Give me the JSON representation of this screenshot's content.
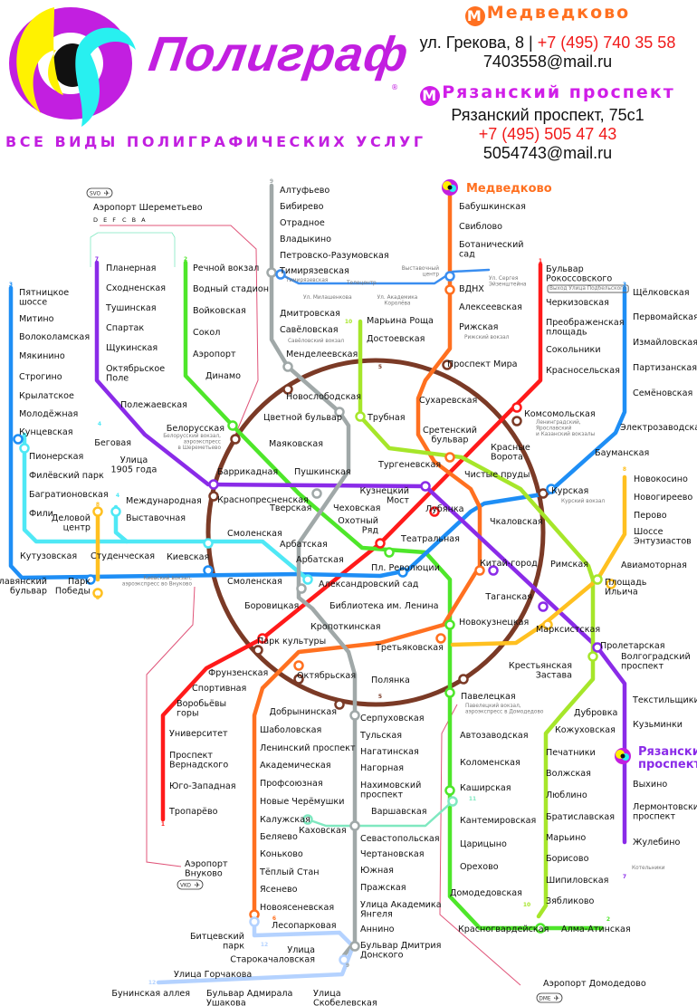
{
  "header": {
    "brand": "Полиграф",
    "registered_mark": "®",
    "slogan": "ВСЕ ВИДЫ ПОЛИГРАФИЧЕСКИХ УСЛУГ",
    "metro_badge": "М",
    "office1": {
      "station": "Медведково",
      "address": "ул. Грекова, 8 |",
      "phone": "+7 (495) 740 35 58",
      "email": "7403558@mail.ru"
    },
    "office2": {
      "station": "Рязанский проспект",
      "address": "Рязанский проспект, 75с1",
      "phone": "+7 (495) 505 47 43",
      "email": "5054743@mail.ru"
    },
    "colors": {
      "brand": "#c21fe0",
      "office1": "#ff7020",
      "office2": "#d01ee8",
      "phone": "#f01a1a"
    }
  },
  "map": {
    "airports": [
      "SVO",
      "VKO",
      "DME"
    ],
    "line_colors": {
      "1": "#ff1a1a",
      "2": "#4ee62a",
      "3": "#1e8ef5",
      "4": "#4fe8f5",
      "5": "#7b3a26",
      "6": "#ff7020",
      "7": "#8a2be8",
      "8": "#ffc020",
      "9": "#a0a8a8",
      "10": "#a6e62a",
      "11": "#7fe8c0",
      "12": "#b4d2ff",
      "14": "#3a8ef0",
      "air": "#e0557a"
    },
    "line_numbers": [
      "9",
      "1",
      "3",
      "7",
      "2",
      "10",
      "4",
      "8",
      "8",
      "8",
      "3",
      "4",
      "5",
      "5",
      "6",
      "12",
      "12",
      "9",
      "11",
      "10",
      "2",
      "1",
      "7"
    ],
    "labels": [
      "Алтуфьево",
      "Бибирево",
      "Отрадное",
      "Владыкино",
      "Петровско-Разумовская",
      "Тимирязевская",
      "Дмитровская",
      "Савёловская",
      "Савёловский вокзал",
      "Менделеевская",
      "Новослободская",
      "Цветной бульвар",
      "Трубная",
      "Маяковская",
      "Пушкинская",
      "Баррикадная",
      "Краснопресненская",
      "Тверская",
      "Чеховская",
      "Кузнецкий\nМост",
      "Лубянка",
      "Тургеневская",
      "Сретенский\nбульвар",
      "Чистые пруды",
      "Красные\nВорота",
      "Охотный\nРяд",
      "Театральная",
      "Пл. Революции",
      "Смоленская",
      "Арбатская",
      "Арбатская",
      "Смоленская",
      "Киевская",
      "Киевский вокзал,\nаэроэкспресс во Внуково",
      "Александровский сад",
      "Боровицкая",
      "Библиотека им. Ленина",
      "Кропоткинская",
      "Парк культуры",
      "Фрунзенская",
      "Спортивная",
      "Воробьёвы\nгоры",
      "Университет",
      "Проспект\nВернадского",
      "Юго-Западная",
      "Тропарёво",
      "Октябрьская",
      "Полянка",
      "Третьяковская",
      "Добрынинская",
      "Серпуховская",
      "Тульская",
      "Нагатинская",
      "Нагорная",
      "Нахимовский\nпроспект",
      "Варшавская",
      "Каховская",
      "Севастопольская",
      "Чертановская",
      "Южная",
      "Пражская",
      "Улица Академика\nЯнгеля",
      "Аннино",
      "Бульвар Дмитрия\nДонского",
      "Улица\nСтарокачаловская",
      "Лесопарковая",
      "Битцевский\nпарк",
      "Улица Горчакова",
      "Бунинская аллея",
      "Бульвар Адмирала\nУшакова",
      "Улица\nСкобелевская",
      "Шаболовская",
      "Ленинский проспект",
      "Академическая",
      "Профсоюзная",
      "Новые Черёмушки",
      "Калужская",
      "Беляево",
      "Коньково",
      "Тёплый Стан",
      "Ясенево",
      "Новоясеневская",
      "Аэропорт\nВнуково",
      "Новокузнецкая",
      "Таганская",
      "Марксистская",
      "Пролетарская",
      "Волгоградский\nпроспект",
      "Крестьянская\nЗастава",
      "Дубровка",
      "Кожуховская",
      "Печатники",
      "Волжская",
      "Люблино",
      "Братиславская",
      "Марьино",
      "Борисово",
      "Шипиловская",
      "Зябликово",
      "Текстильщики",
      "Кузьминки",
      "Рязанский\nпроспект",
      "Выхино",
      "Лермонтовский\nпроспект",
      "Жулебино",
      "Котельники",
      "Павелецкая",
      "Павелецкий вокзал,\nаэроэкспресс в Домодедово",
      "Автозаводская",
      "Коломенская",
      "Каширская",
      "Кантемировская",
      "Царицыно",
      "Орехово",
      "Домодедовская",
      "Красногвардейская",
      "Алма-Атинская",
      "Аэропорт Домодедово",
      "Римская",
      "Площадь\nИльича",
      "Авиамоторная",
      "Новокосино",
      "Новогиреево",
      "Перово",
      "Шоссе\nЭнтузиастов",
      "Курская",
      "Курский вокзал",
      "Чкаловская",
      "Китай-город",
      "Комсомольская",
      "Ленинградский,\nЯрославский\nи Казанский вокзалы",
      "Бауманская",
      "Электрозаводская",
      "Семёновская",
      "Партизанская",
      "Измайловская",
      "Первомайская",
      "Щёлковская",
      "Красносельская",
      "Сокольники",
      "Преображенская\nплощадь",
      "Черкизовская",
      "Бульвар\nРокоссовского",
      "Выход Улица Подбельского",
      "Сухаревская",
      "Проспект Мира",
      "Рижская",
      "Рижский вокзал",
      "Алексеевская",
      "ВДНХ",
      "Ботанический\nсад",
      "Свиблово",
      "Бабушкинская",
      "Медведково",
      "Ул. Сергея\nЭйзенштейна",
      "Выставочный\nцентр",
      "Телецентр",
      "Ул. Милашенкова",
      "Ул. Академика\nКоролёва",
      "Тимирязевская",
      "Марьина Роща",
      "Достоевская",
      "Планерная",
      "Сходненская",
      "Тушинская",
      "Спартак",
      "Щукинская",
      "Октябрьское\nПоле",
      "Полежаевская",
      "Беговая",
      "Улица\n1905 года",
      "Белорусская",
      "Белорусский вокзал,\nаэроэкспресс\nв Шереметьево",
      "Речной вокзал",
      "Водный стадион",
      "Войковская",
      "Сокол",
      "Аэропорт",
      "Динамо",
      "Пятницкое\nшоссе",
      "Митино",
      "Волоколамская",
      "Мякинино",
      "Строгино",
      "Крылатское",
      "Молодёжная",
      "Кунцевская",
      "Пионерская",
      "Филёвский парк",
      "Багратионовская",
      "Фили",
      "Международная",
      "Выставочная",
      "Деловой\nцентр",
      "Кутузовская",
      "Студенческая",
      "Славянский\nбульвар",
      "Парк\nПобеды",
      "Аэропорт Шереметьево",
      "D E F",
      "C B A"
    ]
  }
}
